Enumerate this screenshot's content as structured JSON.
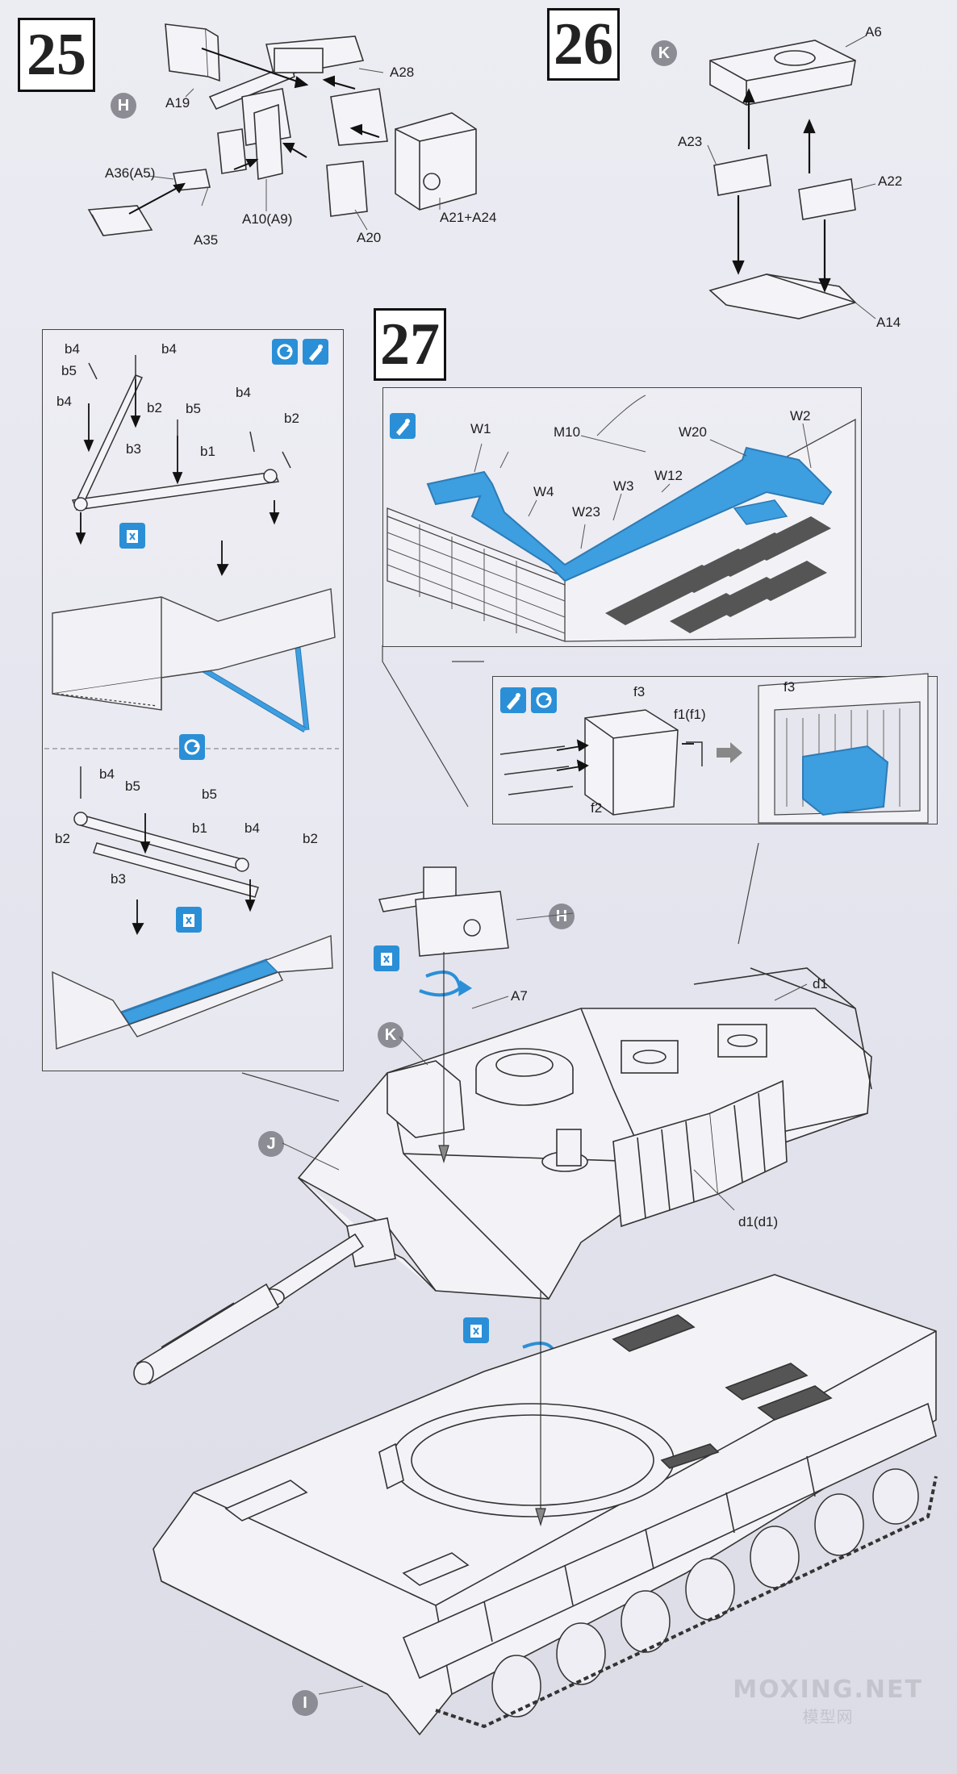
{
  "steps": {
    "s25": "25",
    "s26": "26",
    "s27": "27"
  },
  "step25": {
    "marker": "H",
    "labels": [
      "A19",
      "A28",
      "A36(A5)",
      "A35",
      "A10(A9)",
      "A20",
      "A21+A24"
    ]
  },
  "step26": {
    "marker": "K",
    "labels": [
      "A6",
      "A23",
      "A22",
      "A14"
    ]
  },
  "side_panel": {
    "top_labels": [
      "b4",
      "b4",
      "b5",
      "b2",
      "b4",
      "b5",
      "b4",
      "b2",
      "b3",
      "b1"
    ],
    "bottom_labels": [
      "b4",
      "b5",
      "b5",
      "b2",
      "b1",
      "b4",
      "b2",
      "b3"
    ]
  },
  "step27": {
    "panel_labels": [
      "W1",
      "M10",
      "W20",
      "W2",
      "W4",
      "W12",
      "W23",
      "W3"
    ],
    "detail_labels": [
      "f3",
      "f1(f1)",
      "f2",
      "f3"
    ],
    "main_labels": [
      "A7",
      "d1",
      "d1(d1)"
    ],
    "markers": [
      "H",
      "K",
      "J",
      "I"
    ]
  },
  "colors": {
    "part_blue": "#3d9ee0",
    "icon_blue": "#2a8fd6",
    "marker_gray": "#8c8c94"
  },
  "icons": [
    "glue-icon",
    "rotate-icon",
    "cement-icon"
  ],
  "watermark": {
    "line1": "MOXING.NET",
    "line2": "模型网"
  }
}
